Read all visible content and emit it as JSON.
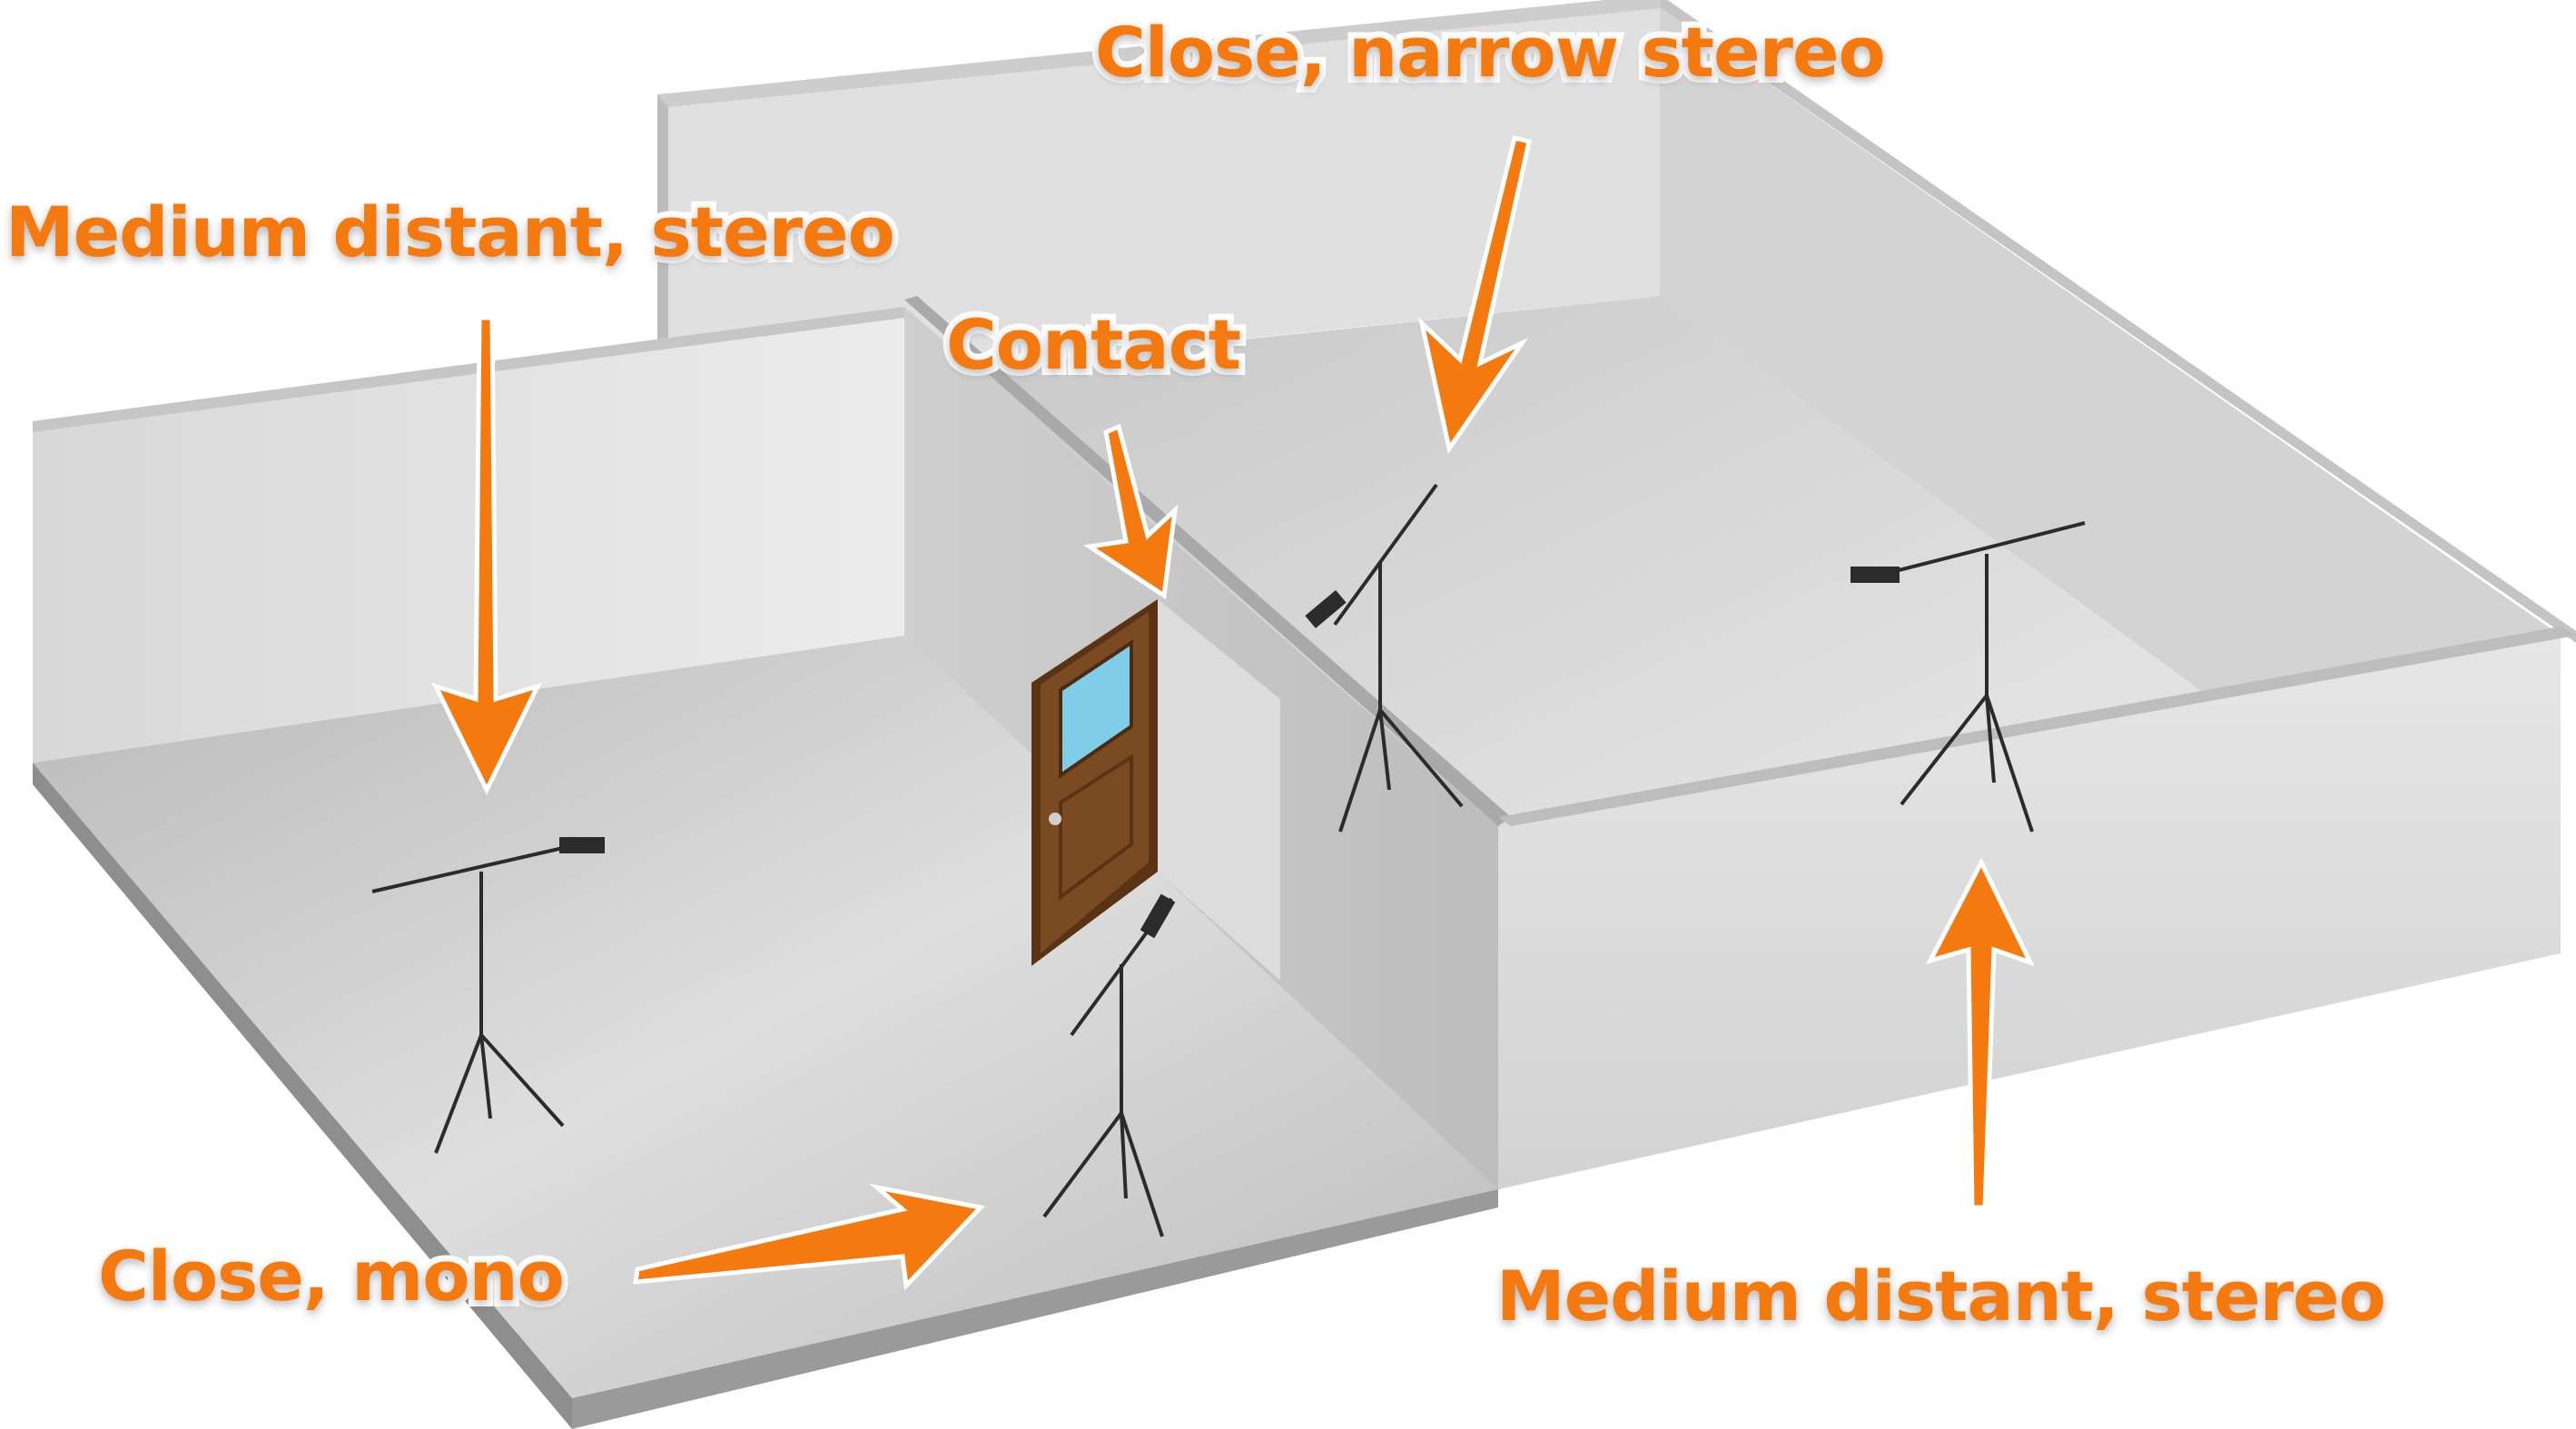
{
  "colors": {
    "label": "#f47a10",
    "arrow": "#f47a10",
    "wall_top": "#dadada",
    "wall_face": "#e4e4e4",
    "floor": "#c9c9c9",
    "door": "#6a3c1a",
    "door_window": "#7fcde8",
    "stand": "#2b2b2b"
  },
  "labels": {
    "close_narrow_stereo": "Close, narrow stereo",
    "medium_distant_stereo_left": "Medium distant, stereo",
    "contact": "Contact",
    "close_mono": "Close, mono",
    "medium_distant_stereo_right": "Medium distant, stereo"
  },
  "icons": {
    "microphone_stand": "microphone-stand-icon",
    "door": "door-icon"
  }
}
